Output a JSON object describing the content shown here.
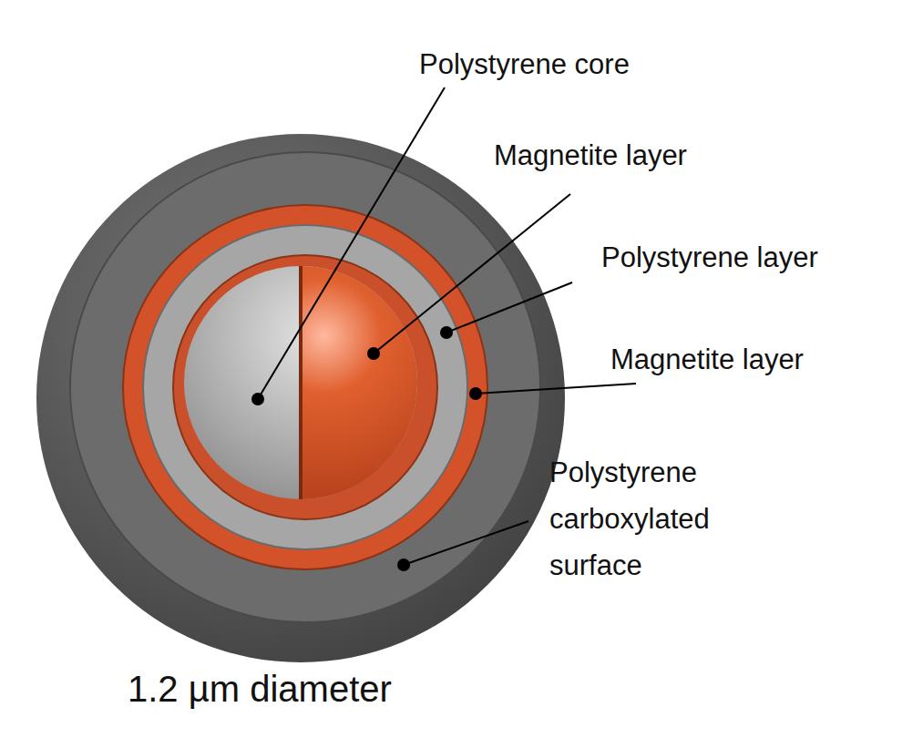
{
  "diagram": {
    "caption": "1.2 µm diameter",
    "labels": [
      "Polystyrene core",
      "Magnetite layer",
      "Polystyrene layer",
      "Magnetite layer",
      "Polystyrene carboxylated surface"
    ]
  }
}
